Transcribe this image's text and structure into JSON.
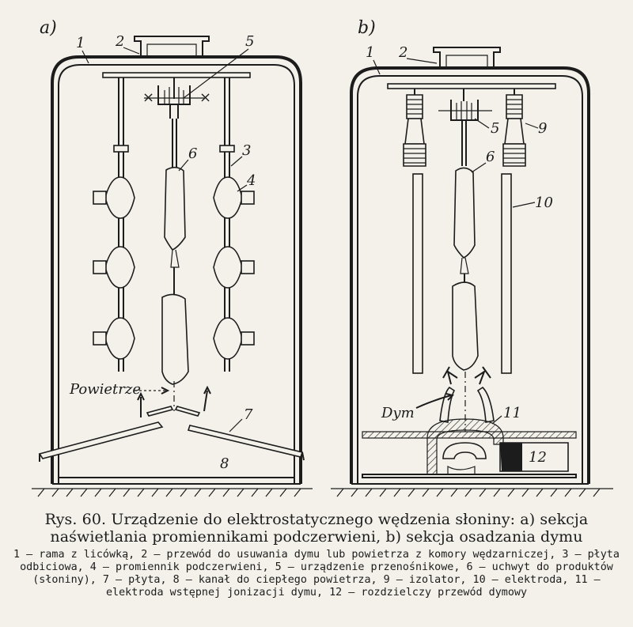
{
  "figure": {
    "panel_a": {
      "letter": "a)",
      "labels": {
        "n1": "1",
        "n2": "2",
        "n3": "3",
        "n4": "4",
        "n5": "5",
        "n6": "6",
        "n7": "7",
        "n8": "8"
      },
      "air_label": "Powietrze"
    },
    "panel_b": {
      "letter": "b)",
      "labels": {
        "n1": "1",
        "n2": "2",
        "n5": "5",
        "n6": "6",
        "n9": "9",
        "n10": "10",
        "n11": "11",
        "n12": "12"
      },
      "smoke_label": "Dym"
    }
  },
  "caption": {
    "title": "Rys. 60. Urządzenie do elektrostatycznego wędzenia słoniny: a) sekcja naświetlania promiennikami podczerwieni, b) sekcja osadzania dymu",
    "legend": "1 — rama z licówką, 2 — przewód do usuwania dymu lub powietrza z komory wędzarniczej, 3 — płyta odbiciowa, 4 — promiennik podczerwieni, 5 — urządzenie przenośnikowe, 6 — uchwyt do produktów (słoniny), 7 — płyta, 8 — kanał do ciepłego powietrza, 9 — izolator, 10 — elektroda, 11 — elektroda wstępnej jonizacji dymu, 12 — rozdzielczy przewód dymowy"
  }
}
